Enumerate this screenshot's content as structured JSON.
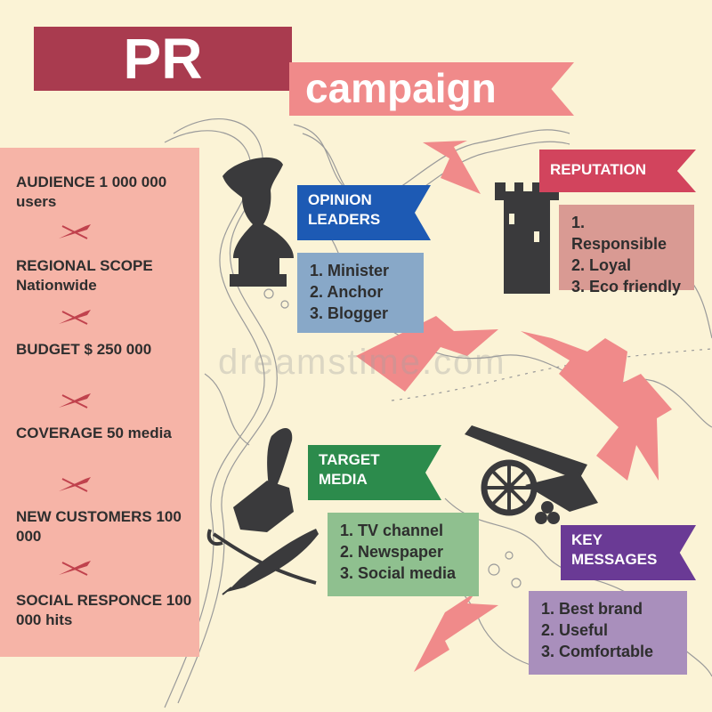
{
  "title": {
    "main": "PR",
    "sub": "campaign"
  },
  "stats": [
    {
      "label": "AUDIENCE",
      "value": "1 000 000 users"
    },
    {
      "label": "REGIONAL SCOPE",
      "value": "Nationwide"
    },
    {
      "label": "BUDGET",
      "value": "$ 250 000"
    },
    {
      "label": "COVERAGE",
      "value": "50 media"
    },
    {
      "label": "NEW CUSTOMERS",
      "value": "100 000"
    },
    {
      "label": "SOCIAL RESPONCE",
      "value": "100 000 hits"
    }
  ],
  "opinion_leaders": {
    "title_line1": "OPINION",
    "title_line2": "LEADERS",
    "items": [
      "1. Minister",
      "2. Anchor",
      "3. Blogger"
    ]
  },
  "reputation": {
    "title": "REPUTATION",
    "items": [
      "1. Responsible",
      "2. Loyal",
      "3. Eco friendly"
    ]
  },
  "target_media": {
    "title_line1": "TARGET",
    "title_line2": "MEDIA",
    "items": [
      "1. TV channel",
      "2. Newspaper",
      "3. Social media"
    ]
  },
  "key_messages": {
    "title_line1": "KEY",
    "title_line2": "MESSAGES",
    "items": [
      "1. Best brand",
      "2. Useful",
      "3. Comfortable"
    ]
  },
  "watermark": "dreamstime.com",
  "icons": [
    "napoleon-bust-icon",
    "tower-icon",
    "cannon-icon",
    "hat-icon",
    "sword-icon",
    "quill-icon",
    "arrow-icon"
  ],
  "colors": {
    "background": "#fbf3d6",
    "title_dark": "#a93b4f",
    "title_light": "#f08a8a",
    "panel": "#f6b4a7",
    "blue": "#1d5ab4",
    "blue_box": "#88a8c8",
    "red": "#d2445d",
    "red_box": "#d99a93",
    "green": "#2c8b4c",
    "green_box": "#8fc08f",
    "purple": "#6a3a95",
    "purple_box": "#a98fbc",
    "silhouette": "#3a3a3c",
    "arrow": "#f08a8a"
  }
}
